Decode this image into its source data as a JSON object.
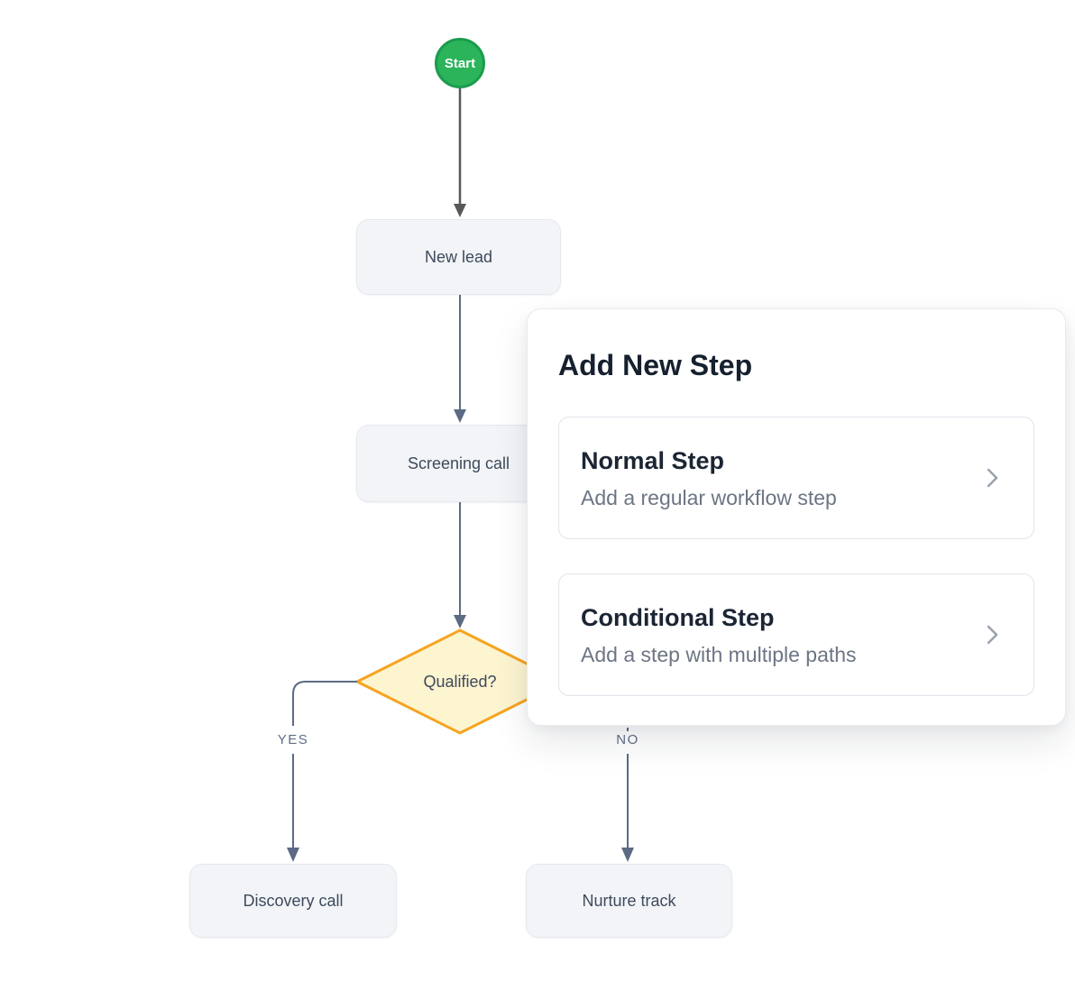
{
  "colors": {
    "start_fill": "#2bb45a",
    "start_border": "#1b9c4d",
    "start_text": "#ffffff",
    "node_fill": "#f2f4f7",
    "node_border": "#e5e8ee",
    "node_text": "#3e4a5c",
    "decision_fill": "#fdf4d0",
    "decision_border": "#f5a41f",
    "edge_dark": "#585858",
    "edge_slate": "#5b6b84",
    "edge_label": "#5f6e86",
    "modal_title": "#16202e",
    "option_title": "#1b2533",
    "option_desc": "#6c7584",
    "chevron": "#9ba3af"
  },
  "flowchart": {
    "start_label": "Start",
    "new_lead_label": "New lead",
    "screening_label": "Screening call",
    "decision_label": "Qualified?",
    "yes_label": "YES",
    "no_label": "NO",
    "discovery_label": "Discovery call",
    "nurture_label": "Nurture track"
  },
  "modal": {
    "title": "Add New Step",
    "options": [
      {
        "title": "Normal Step",
        "description": "Add a regular workflow step",
        "icon": "chevron-right"
      },
      {
        "title": "Conditional Step",
        "description": "Add a step with multiple paths",
        "icon": "chevron-right"
      }
    ]
  }
}
